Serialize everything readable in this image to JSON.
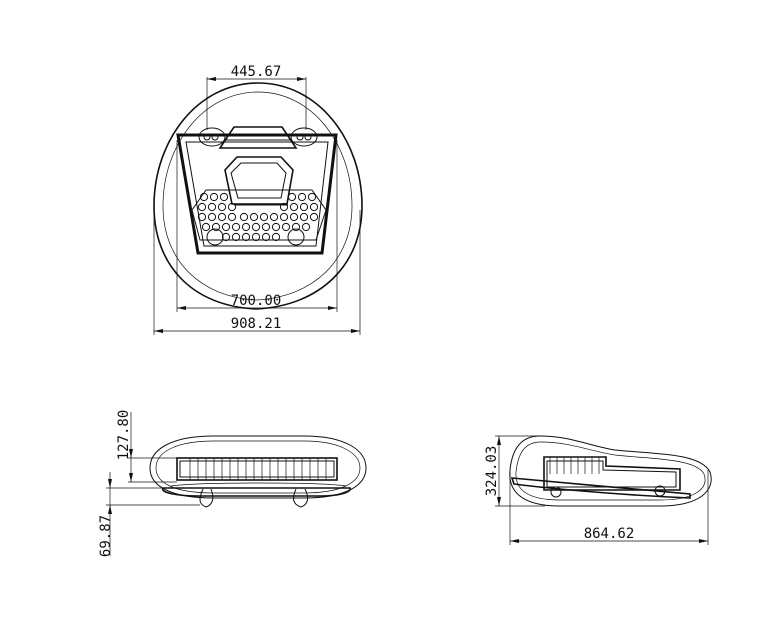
{
  "dimensions": {
    "top_width_inner": "445.67",
    "top_width_mid": "700.00",
    "top_width_outer": "908.21",
    "front_height_upper": "127.80",
    "front_height_lower": "69.87",
    "side_height": "324.03",
    "side_length": "864.62"
  },
  "colors": {
    "line": "#111111",
    "background": "#ffffff"
  }
}
